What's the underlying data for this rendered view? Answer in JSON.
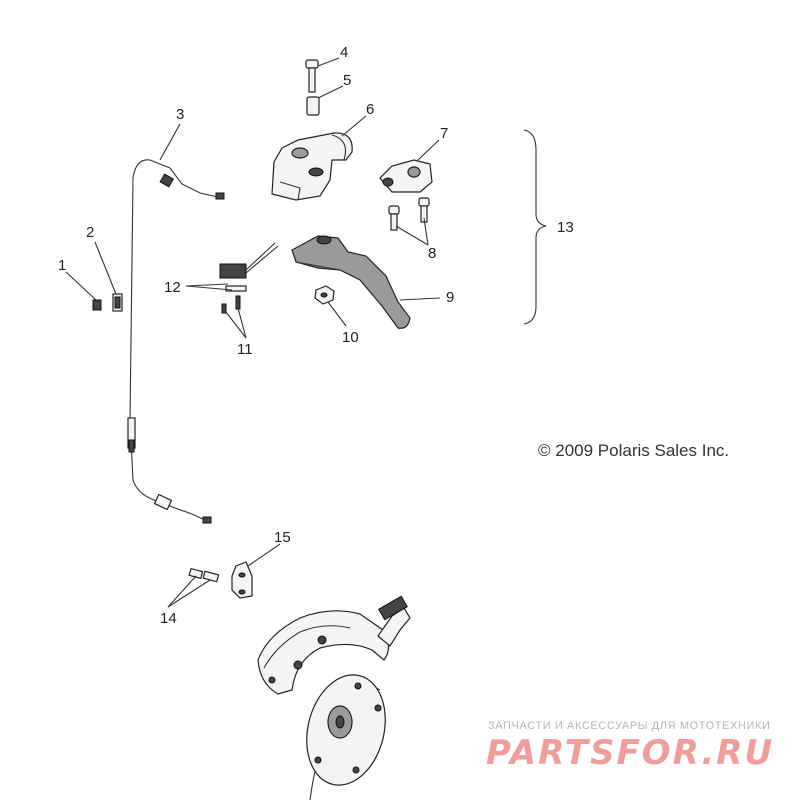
{
  "callouts": [
    {
      "id": "1",
      "label": "1"
    },
    {
      "id": "2",
      "label": "2"
    },
    {
      "id": "3",
      "label": "3"
    },
    {
      "id": "4",
      "label": "4"
    },
    {
      "id": "5",
      "label": "5"
    },
    {
      "id": "6",
      "label": "6"
    },
    {
      "id": "7",
      "label": "7"
    },
    {
      "id": "8",
      "label": "8"
    },
    {
      "id": "9",
      "label": "9"
    },
    {
      "id": "10",
      "label": "10"
    },
    {
      "id": "11",
      "label": "11"
    },
    {
      "id": "12",
      "label": "12"
    },
    {
      "id": "13",
      "label": "13"
    },
    {
      "id": "14",
      "label": "14"
    },
    {
      "id": "15",
      "label": "15"
    }
  ],
  "copyright": "© 2009 Polaris Sales Inc.",
  "watermark": {
    "tagline": "ЗАПЧАСТИ И АКСЕССУАРЫ ДЛЯ МОТОТЕХНИКИ",
    "logo": "PARTSFOR.RU",
    "logo_color": "#f08c8c"
  }
}
